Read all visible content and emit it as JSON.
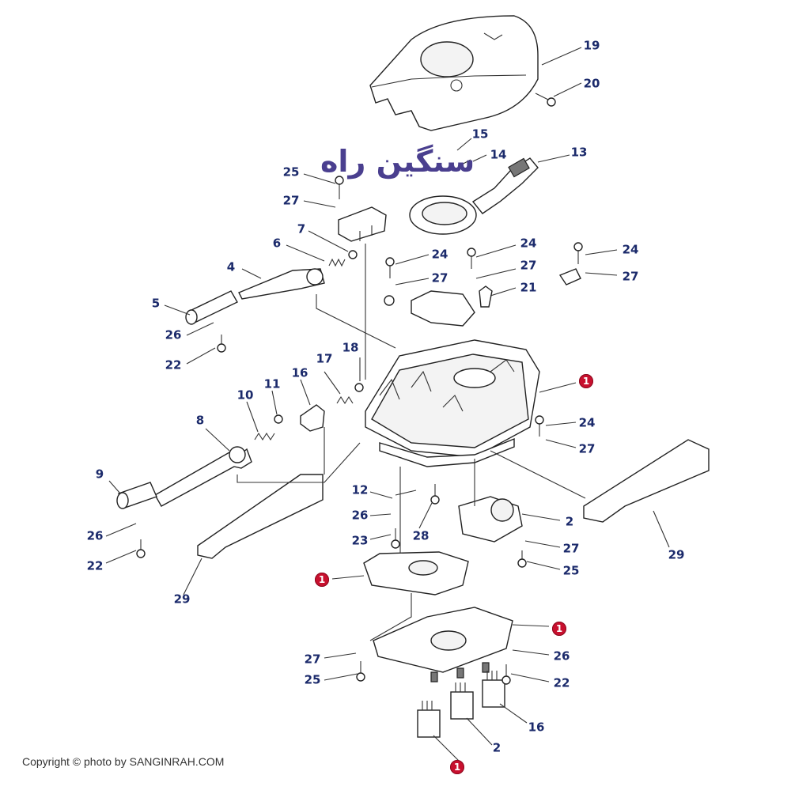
{
  "brand": {
    "logo_text": "سنگین راه",
    "color": "#4a3f8f"
  },
  "copyright": "Copyright © photo by SANGINRAH.COM",
  "label_color": "#1b2a6b",
  "marker_color": "#c8102e",
  "labels": {
    "l19": "19",
    "l20": "20",
    "l15": "15",
    "l14": "14",
    "l13": "13",
    "l25a": "25",
    "l27a": "27",
    "l7": "7",
    "l6": "6",
    "l4": "4",
    "l5": "5",
    "l26a": "26",
    "l22a": "22",
    "l24a": "24",
    "l27b": "27",
    "l24b": "24",
    "l27c": "27",
    "l21": "21",
    "l24c": "24",
    "l27d": "27",
    "l18": "18",
    "l17": "17",
    "l16a": "16",
    "l11": "11",
    "l10": "10",
    "l8": "8",
    "l9": "9",
    "l26b": "26",
    "l22b": "22",
    "l24d": "24",
    "l27e": "27",
    "l12": "12",
    "l26c": "26",
    "l23": "23",
    "l28": "28",
    "l2a": "2",
    "l27f": "27",
    "l25b": "25",
    "l29a": "29",
    "l29b": "29",
    "l27g": "27",
    "l25c": "25",
    "l26d": "26",
    "l22c": "22",
    "l16b": "16",
    "l2b": "2"
  },
  "markers": {
    "m1": "1",
    "m2": "1",
    "m3": "1",
    "m4": "1"
  }
}
